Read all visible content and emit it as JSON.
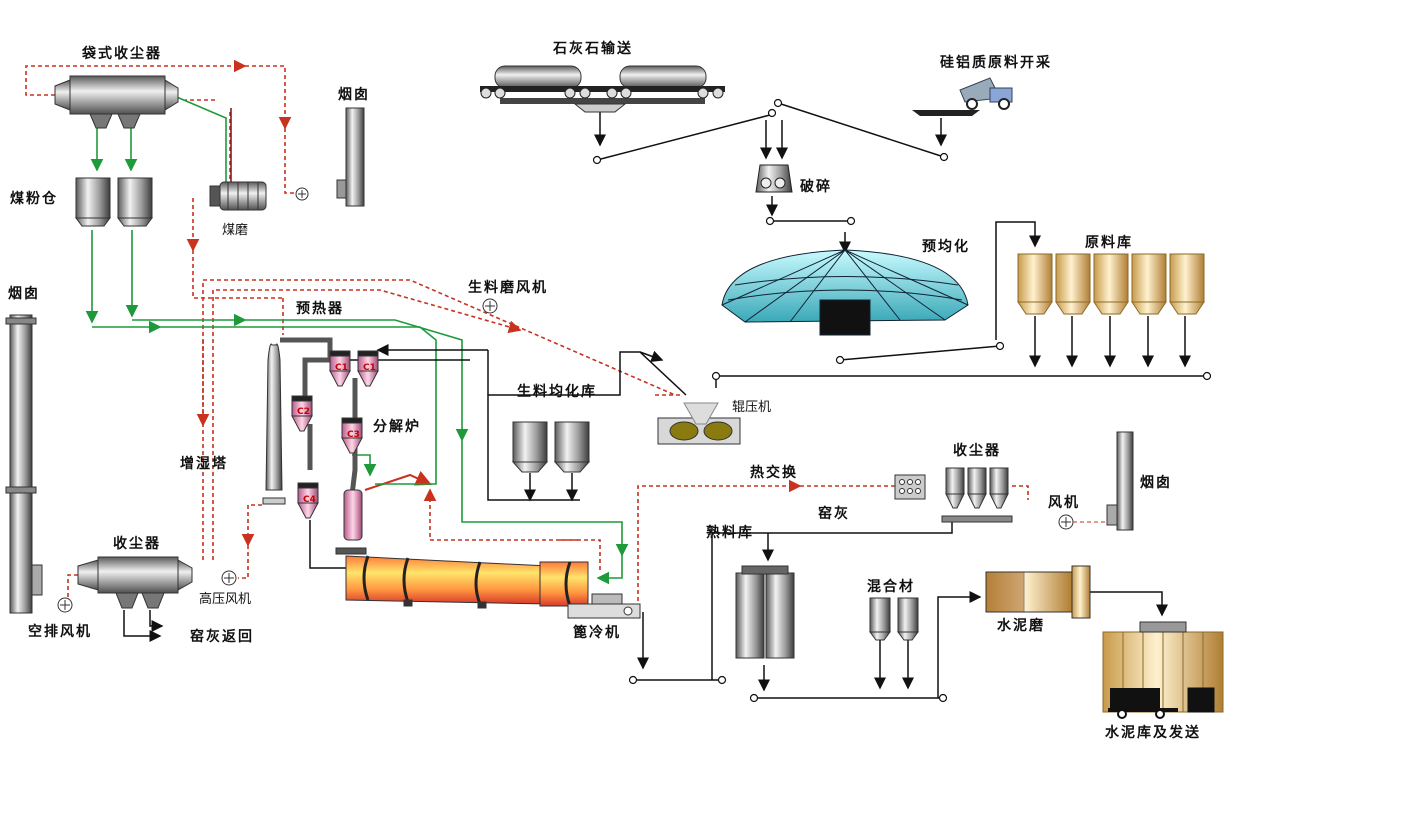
{
  "labels": {
    "bag_dust_collector": "袋式收尘器",
    "chimney_1": "烟囱",
    "coal_bin": "煤粉仓",
    "coal_mill": "煤磨",
    "chimney_2": "烟囱",
    "preheater": "预热器",
    "humidifier_tower": "增湿塔",
    "dust_collector_1": "收尘器",
    "exhaust_fan": "空排风机",
    "high_pressure_fan": "高压风机",
    "kiln_ash_return": "窑灰返回",
    "limestone_transport": "石灰石输送",
    "silica_alumina_mining": "硅铝质原料开采",
    "crushing": "破碎",
    "pre_homogenization": "预均化",
    "raw_material_store": "原料库",
    "raw_mill_fan": "生料磨风机",
    "raw_meal_silo": "生料均化库",
    "calciner": "分解炉",
    "roller_press": "辊压机",
    "heat_exchange": "热交换",
    "dust_collector_2": "收尘器",
    "fan": "风机",
    "chimney_3": "烟囱",
    "kiln_ash": "窑灰",
    "clinker_store": "熟料库",
    "cooler": "篦冷机",
    "admixture": "混合材",
    "cement_mill": "水泥磨",
    "cement_store_dispatch": "水泥库及发送"
  },
  "cyclone_tags": [
    "C1",
    "C1",
    "C2",
    "C3",
    "C4"
  ],
  "colors": {
    "gas_flow": "#c8321e",
    "coal_flow": "#1e9a3a",
    "material_flow": "#111111"
  }
}
